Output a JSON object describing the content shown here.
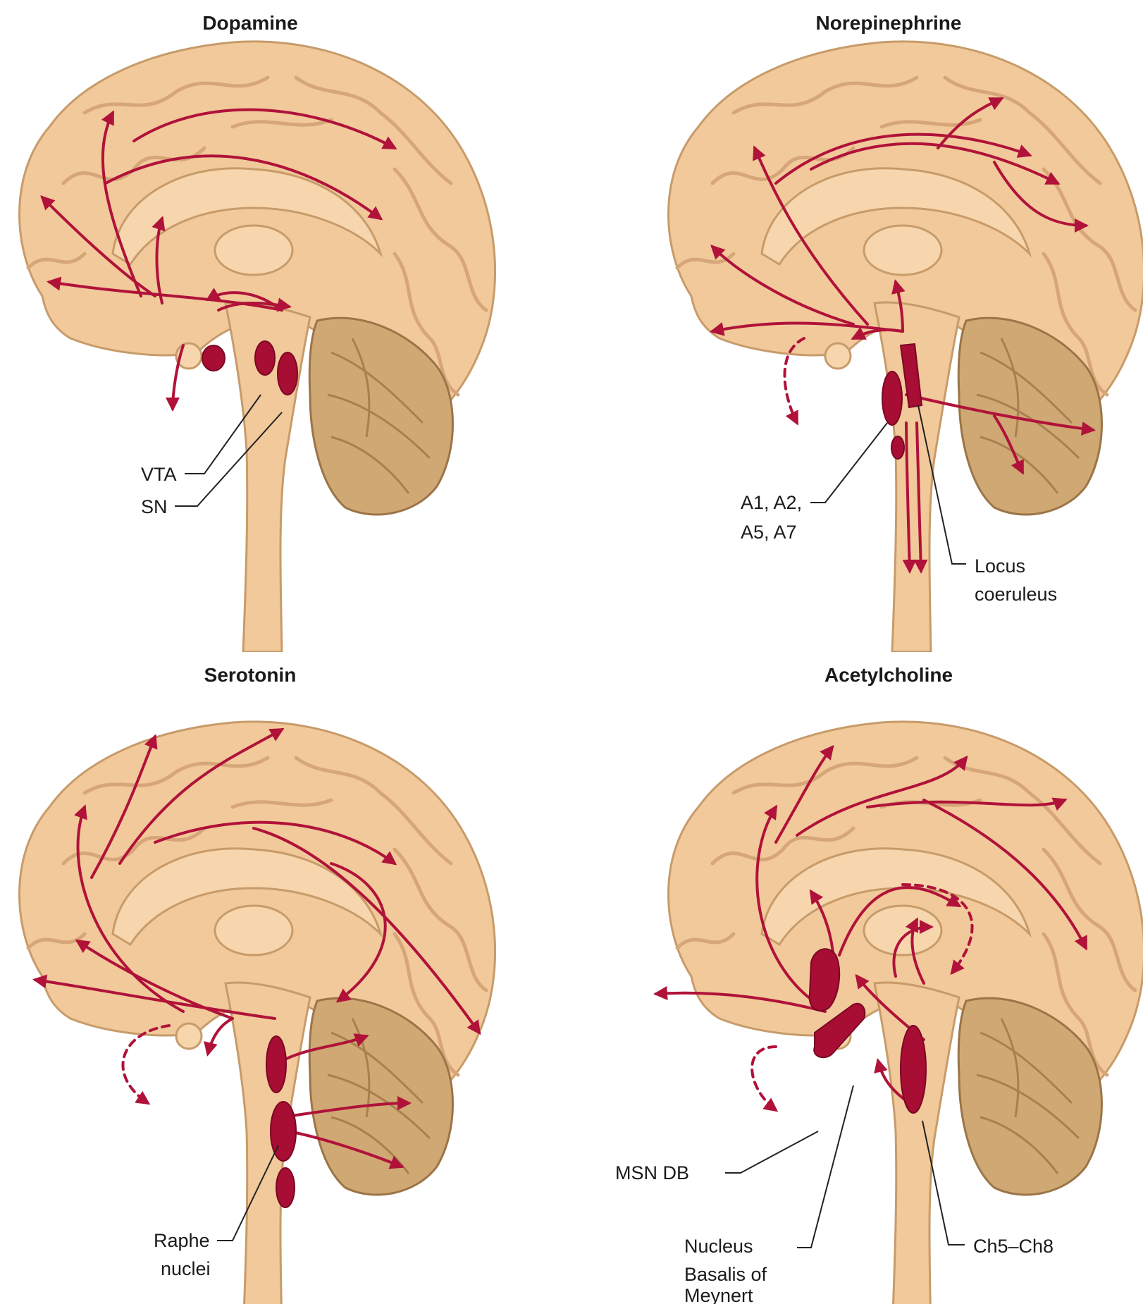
{
  "panels": [
    {
      "title": "Dopamine",
      "labels": [
        "VTA",
        "SN"
      ]
    },
    {
      "title": "Norepinephrine",
      "labels": [
        "A1, A2,",
        "A5, A7",
        "Locus",
        "coeruleus"
      ]
    },
    {
      "title": "Serotonin",
      "labels": [
        "Raphe",
        "nuclei"
      ]
    },
    {
      "title": "Acetylcholine",
      "labels": [
        "MSN DB",
        "Nucleus",
        "Basalis of",
        "Meynert",
        "Ch5–Ch8"
      ]
    }
  ],
  "colors": {
    "brain": "#f2c99a",
    "cerebellum": "#cfa874",
    "pathway": "#b0123a",
    "nucleus": "#a80d33"
  }
}
